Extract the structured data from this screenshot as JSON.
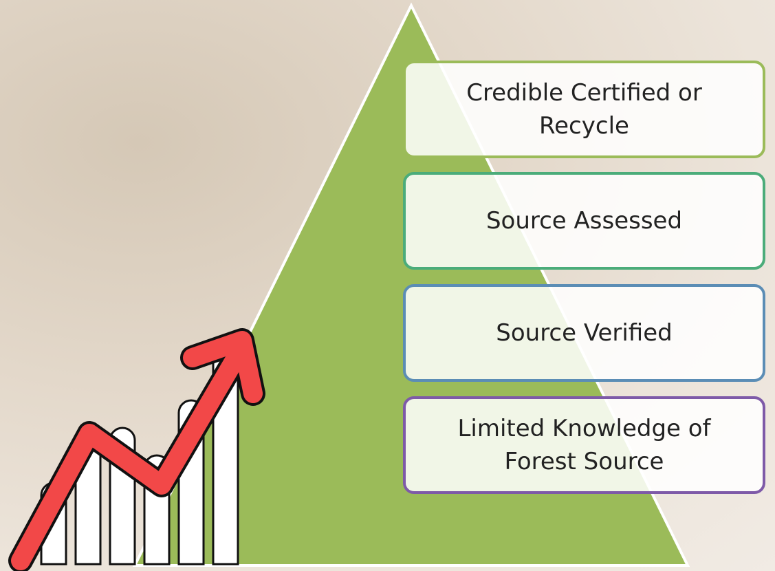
{
  "tiers": [
    {
      "label": "Credible Certified or Recycle",
      "border_color": "#9bbb59"
    },
    {
      "label": "Source Assessed",
      "border_color": "#4bac7a"
    },
    {
      "label": "Source Verified",
      "border_color": "#5b8db5"
    },
    {
      "label": "Limited Knowledge of Forest Source",
      "border_color": "#7e5aa8"
    }
  ],
  "colors": {
    "pyramid": "#9bbb59",
    "arrow": "#f24848",
    "bars": "#ffffff"
  },
  "icons": [
    "pyramid-shape",
    "rising-arrow-icon",
    "bar-chart-icon"
  ]
}
